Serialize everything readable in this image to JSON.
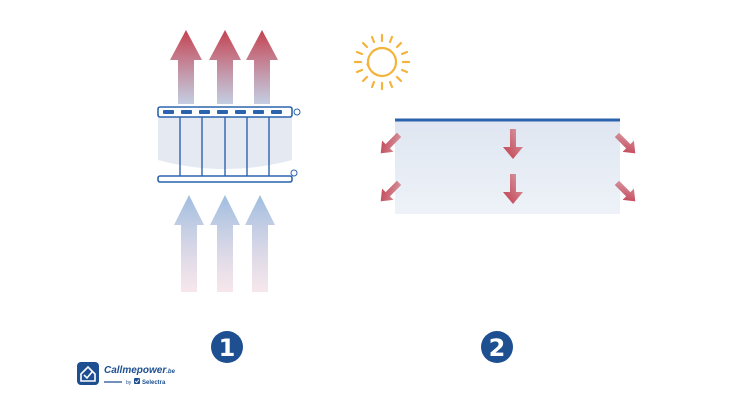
{
  "steps": [
    {
      "label": "1",
      "color": "#1d4f91"
    },
    {
      "label": "2",
      "color": "#1d4f91"
    }
  ],
  "colors": {
    "heat_arrow": "#c0404f",
    "cold_arrow": "#a9c1dc",
    "radiator_frame": "#2c63ad",
    "panel_fill": "#e8edf5",
    "sun": "#f4b33a"
  },
  "icons": [
    "sun-icon",
    "radiator-icon",
    "heating-panel-icon",
    "arrow-icon"
  ],
  "logo": {
    "name": "Callmepower",
    "tld": ".be",
    "by": "by",
    "partner": "Selectra",
    "color": "#1d4f91"
  }
}
